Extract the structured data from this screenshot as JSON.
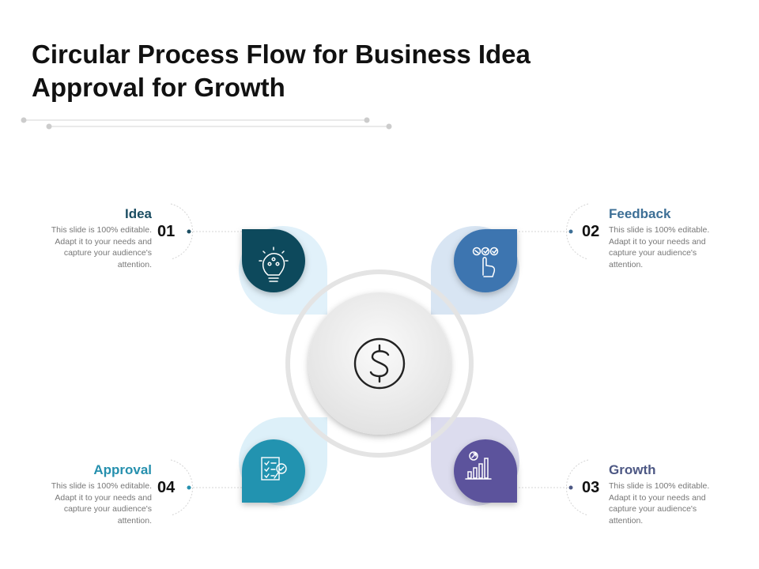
{
  "title": {
    "line1": "Circular Process Flow for Business Idea",
    "line2": "Approval for Growth"
  },
  "center_icon": "dollar-icon",
  "colors": {
    "idea": "#0E4A5C",
    "feedback": "#3D74B0",
    "growth": "#5B539C",
    "approval": "#2393B0",
    "idea_arrow": "#E1F1FA",
    "feedback_arrow": "#D8E5F3",
    "growth_arrow": "#DCDCEE",
    "approval_arrow": "#DDF0F9",
    "label_idea": "#1C4E63",
    "label_feedback": "#3D6F96",
    "label_growth": "#4D5884",
    "label_approval": "#2690AE"
  },
  "steps": [
    {
      "key": "idea",
      "number": "01",
      "label": "Idea",
      "icon": "lightbulb-icon",
      "desc": "This slide is 100% editable. Adapt it to your needs and capture your audience's attention."
    },
    {
      "key": "feedback",
      "number": "02",
      "label": "Feedback",
      "icon": "pointing-hand-icon",
      "desc": "This slide is 100% editable. Adapt it to your needs and capture your audience's attention."
    },
    {
      "key": "growth",
      "number": "03",
      "label": "Growth",
      "icon": "bar-chart-icon",
      "desc": "This slide is 100% editable. Adapt it to your needs and capture your audience's attention."
    },
    {
      "key": "approval",
      "number": "04",
      "label": "Approval",
      "icon": "checklist-magnifier-icon",
      "desc": "This slide is 100% editable. Adapt it to your needs and capture your audience's attention."
    }
  ]
}
